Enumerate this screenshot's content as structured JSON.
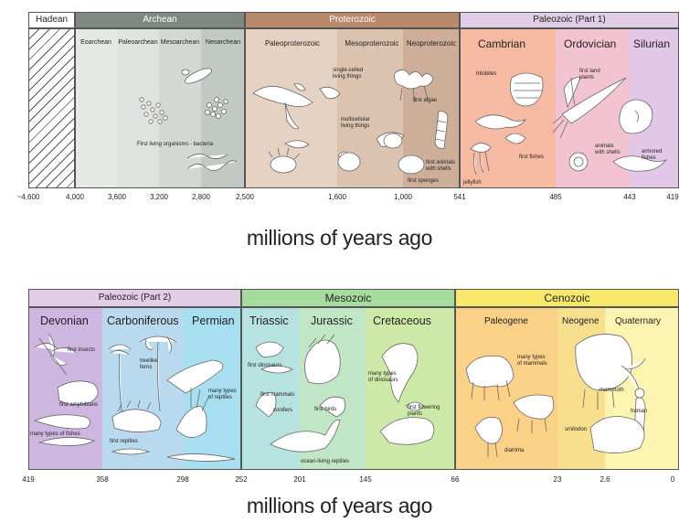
{
  "top": {
    "eons": {
      "hadean": "Hadean",
      "archean": "Archean",
      "proterozoic": "Proterozoic",
      "paleozoic1": "Paleozoic (Part 1)"
    },
    "eras": {
      "eoarchean": "Eoarchean",
      "paleoarchean": "Paleoarchean",
      "mesoarchean": "Mesoarchean",
      "neoarchean": "Neoarchean",
      "paleoproterozoic": "Paleoproterozoic",
      "mesoproterozoic": "Mesoproterozoic",
      "neoproterozoic": "Neoproterozoic"
    },
    "periods": {
      "cambrian": "Cambrian",
      "ordovician": "Ordovician",
      "silurian": "Silurian"
    },
    "notes": {
      "bacteria": "First living organisms - bacteria",
      "single_celled": "single-celled\nliving things",
      "multicellular": "multicellular\nliving things",
      "first_algae": "first algae",
      "first_animals_shells": "first animals\nwith shells",
      "first_sponges": "first sponges",
      "trilobites": "trilobites",
      "first_fishes": "first fishes",
      "jellyfish": "jellyfish",
      "first_land_plants": "first land\nplants",
      "animals_with_shells": "animals\nwith shells",
      "armored_fishes": "armored\nfishes"
    },
    "ticks": [
      "~4,600",
      "4,000",
      "3,600",
      "3,200",
      "2,800",
      "2,500",
      "1,600",
      "1,000",
      "541",
      "485",
      "443",
      "419"
    ],
    "axis_title": "millions of years ago"
  },
  "bottom": {
    "eons": {
      "paleozoic2": "Paleozoic (Part 2)",
      "mesozoic": "Mesozoic",
      "cenozoic": "Cenozoic"
    },
    "periods": {
      "devonian": "Devonian",
      "carboniferous": "Carboniferous",
      "permian": "Permian",
      "triassic": "Triassic",
      "jurassic": "Jurassic",
      "cretaceous": "Cretaceous",
      "paleogene": "Paleogene",
      "neogene": "Neogene",
      "quaternary": "Quaternary"
    },
    "notes": {
      "first_insects": "first insects",
      "first_amphibians": "first amphibians",
      "many_fishes": "many types of fishes",
      "treelike_ferns": "treelike\nferns",
      "first_reptiles": "first reptiles",
      "many_reptiles": "many types\nof reptiles",
      "first_dinosaurs": "first dinosaurs",
      "first_mammals": "first mammals",
      "conifers": "conifers",
      "first_birds": "first birds",
      "ocean_reptiles": "ocean-living reptiles",
      "many_dinosaurs": "many types\nof dinosaurs",
      "first_flowering": "first flowering\nplants",
      "many_mammals": "many types\nof mammals",
      "mammoth": "mammoth",
      "smilodon": "smilodon",
      "diatrima": "diatrima",
      "human": "human"
    },
    "ticks": [
      "419",
      "358",
      "298",
      "252",
      "201",
      "145",
      "66",
      "23",
      "2.6",
      "0"
    ],
    "axis_title": "millions of years ago"
  },
  "colors": {
    "hadean_header": "#ffffff",
    "archean_header": "#7e8a80",
    "proterozoic_header": "#b98a6a",
    "paleozoic_header": "#e2cde6",
    "mesozoic_header": "#a8dba0",
    "cenozoic_header": "#f7e86c"
  }
}
